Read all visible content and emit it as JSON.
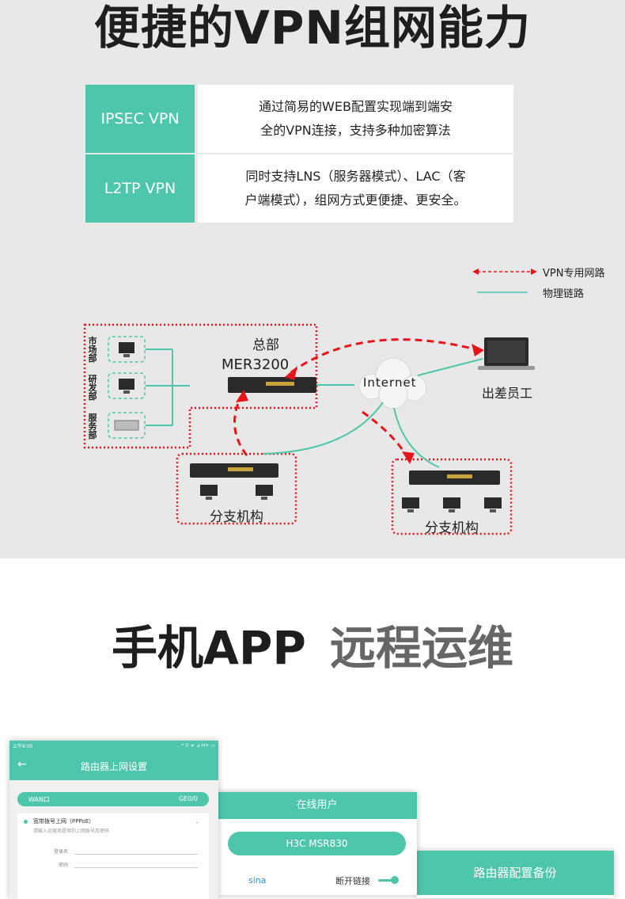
{
  "section1": {
    "title": "便捷的VPN组网能力",
    "rows": [
      {
        "name": "IPSEC VPN",
        "desc_line1": "通过简易的WEB配置实现端到端安",
        "desc_line2": "全的VPN连接，支持多种加密算法"
      },
      {
        "name": "L2TP VPN",
        "desc_line1": "同时支持LNS（服务器模式）、LAC（客",
        "desc_line2": "户端模式），组网方式更便捷、更安全。"
      }
    ],
    "legend": {
      "vpn_link": "VPN专用网路",
      "physical_link": "物理链路"
    },
    "diagram": {
      "hq_label": "总部",
      "router_model": "MER3200",
      "internet": "Internet",
      "traveler": "出差员工",
      "branch1": "分支机构",
      "branch2": "分支机构",
      "dept_market": "市场部",
      "dept_rd": "研发部",
      "dept_service": "服务部"
    },
    "colors": {
      "accent": "#4ec6ac",
      "vpn_red": "#e8141a",
      "bg": "#e8e8e8"
    }
  },
  "section2": {
    "title_a": "手机APP",
    "title_b": "远程运维"
  },
  "phone1": {
    "status_left": "上午9:05",
    "status_right": "... * ⏱ ᯤ ⊿ H+ ▭",
    "header": "路由器上网设置",
    "wan_label": "WAN口",
    "wan_port": "GE0/0",
    "option_title": "宽带拨号上网（PPPoE）",
    "option_hint": "请输入运营商提供的上网账号及密码",
    "field_account": "登录名",
    "field_password": "密码"
  },
  "phone2": {
    "header": "在线用户",
    "device": "H3C MSR830",
    "user": "sina",
    "action": "断开链接"
  },
  "phone3": {
    "header": "路由器配置备份"
  }
}
